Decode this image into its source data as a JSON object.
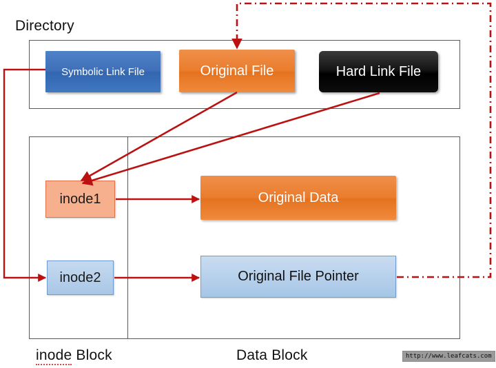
{
  "diagram": {
    "title_labels": {
      "directory": "Directory",
      "inode_block": "inode Block",
      "inode_block_word_1": "inode",
      "inode_block_word_2": " Block",
      "data_block": "Data Block"
    },
    "containers": [
      {
        "name": "directory-container",
        "label": "Directory"
      },
      {
        "name": "inode-block-container",
        "label": "inode Block"
      },
      {
        "name": "data-block-container",
        "label": "Data Block"
      }
    ],
    "nodes": [
      {
        "id": "symbolic-link-file",
        "label": "Symbolic Link File",
        "color": "#3366b0",
        "text_color": "#ffffff"
      },
      {
        "id": "original-file",
        "label": "Original File",
        "color": "#e4721f",
        "text_color": "#ffffff"
      },
      {
        "id": "hard-link-file",
        "label": "Hard Link File",
        "color": "#000000",
        "text_color": "#ffffff"
      },
      {
        "id": "inode1",
        "label": "inode1",
        "color": "#f6b08d",
        "text_color": "#1a1a1a"
      },
      {
        "id": "inode2",
        "label": "inode2",
        "color": "#a8c7e6",
        "text_color": "#1a1a1a"
      },
      {
        "id": "original-data",
        "label": "Original Data",
        "color": "#e4721f",
        "text_color": "#ffffff"
      },
      {
        "id": "original-file-pointer",
        "label": "Original File Pointer",
        "color": "#a6c6e6",
        "text_color": "#111111"
      }
    ],
    "connectors": [
      {
        "name": "original-file-to-inode1",
        "from": "original-file",
        "to": "inode1",
        "style": "solid",
        "color": "#bb1111"
      },
      {
        "name": "hard-link-file-to-inode1",
        "from": "hard-link-file",
        "to": "inode1",
        "style": "solid",
        "color": "#bb1111"
      },
      {
        "name": "inode1-to-original-data",
        "from": "inode1",
        "to": "original-data",
        "style": "solid",
        "color": "#bb1111"
      },
      {
        "name": "symbolic-link-file-to-inode2",
        "from": "symbolic-link-file",
        "to": "inode2",
        "style": "solid",
        "color": "#bb1111"
      },
      {
        "name": "inode2-to-original-file-pointer",
        "from": "inode2",
        "to": "original-file-pointer",
        "style": "solid",
        "color": "#bb1111"
      },
      {
        "name": "pointer-to-original-file",
        "from": "original-file-pointer",
        "to": "original-file",
        "style": "dash-dot",
        "color": "#bb1111"
      }
    ],
    "colors": {
      "accent_red": "#bb1111",
      "frame_gray": "#595959",
      "blue": "#3366b0",
      "orange": "#e4721f",
      "black": "#000000",
      "light_blue": "#a6c6e6",
      "peach": "#f6b08d"
    }
  },
  "watermark": {
    "text": "http://www.leafcats.com"
  }
}
